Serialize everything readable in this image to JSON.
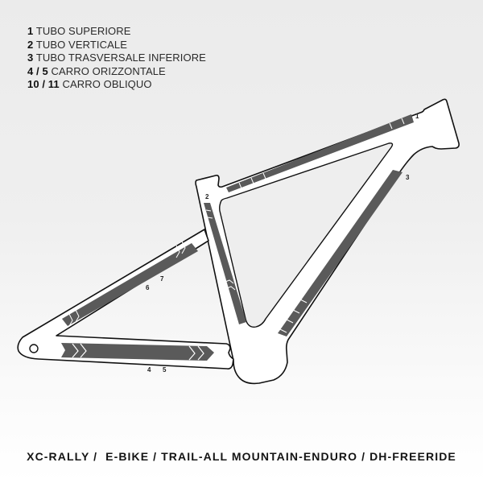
{
  "legend": {
    "items": [
      {
        "number": "1",
        "label": "TUBO SUPERIORE"
      },
      {
        "number": "2",
        "label": "TUBO VERTICALE"
      },
      {
        "number": "3",
        "label": "TUBO TRASVERSALE INFERIORE"
      },
      {
        "number": "4 / 5",
        "label": "CARRO ORIZZONTALE"
      },
      {
        "number": "10 / 11",
        "label": "CARRO OBLIQUO"
      }
    ]
  },
  "diagram": {
    "part_labels": {
      "top_tube": "1",
      "seat_tube": "2",
      "down_tube": "3",
      "chainstay_left": "4",
      "chainstay_right": "5",
      "seatstay_left": "6",
      "seatstay_right": "7"
    },
    "colors": {
      "background": "#ededed",
      "frame_fill": "#ffffff",
      "frame_outline": "#111111",
      "decal": "#5a5a5a",
      "chevron": "#ffffff"
    }
  },
  "footer": {
    "categories": "XC-RALLY /  E-BIKE / TRAIL-ALL MOUNTAIN-ENDURO / DH-FREERIDE"
  }
}
